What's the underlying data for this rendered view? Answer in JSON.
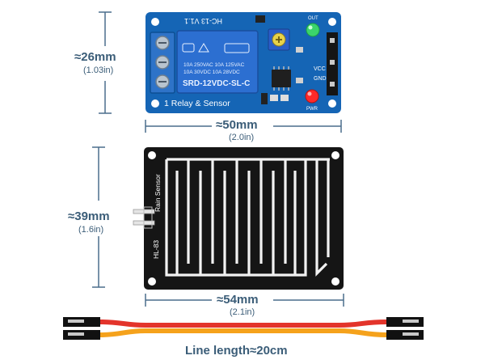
{
  "colors": {
    "accent": "#4a6d8c",
    "pcb_blue": "#1565b5",
    "relay_blue": "#2c6fd1",
    "sensor_black": "#151515",
    "wire_red": "#e3342b",
    "wire_orange": "#f5a21c"
  },
  "relay_module": {
    "silkscreen_title": "1 Relay & Sensor",
    "board_code": "HC-13 V1.1",
    "relay_text_1": "10A 250VAC  10A 125VAC",
    "relay_text_2": "10A  30VDC  10A  28VDC",
    "relay_model": "SRD-12VDC-SL-C",
    "pin_out": "OUT",
    "pin_vcc": "VCC",
    "pin_gnd": "GND",
    "led_pwr": "PWR",
    "height_mm": "≈26mm",
    "height_in": "(1.03in)",
    "width_mm": "≈50mm",
    "width_in": "(2.0in)"
  },
  "rain_sensor": {
    "label": "Rain Sensor",
    "model": "HL-83",
    "height_mm": "≈39mm",
    "height_in": "(1.6in)",
    "width_mm": "≈54mm",
    "width_in": "(2.1in)"
  },
  "cable": {
    "caption": "Line length≈20cm"
  }
}
